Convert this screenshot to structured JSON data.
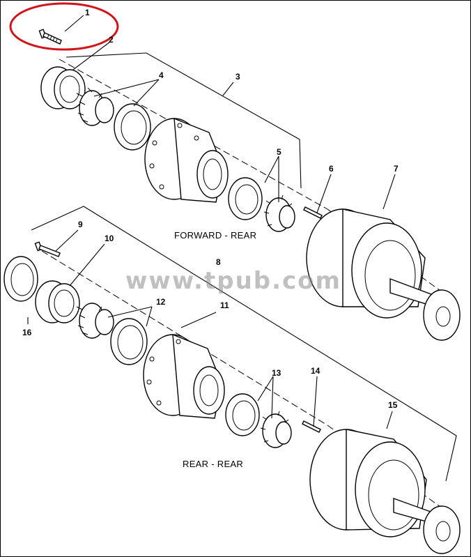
{
  "watermark": "www.tpub.com",
  "views": {
    "forward_rear": "FORWARD - REAR",
    "rear_rear": "REAR - REAR"
  },
  "callouts": {
    "c1": "1",
    "c2": "2",
    "c3": "3",
    "c4": "4",
    "c5": "5",
    "c6": "6",
    "c7": "7",
    "c8": "8",
    "c9": "9",
    "c10": "10",
    "c11": "11",
    "c12": "12",
    "c13": "13",
    "c14": "14",
    "c15": "15",
    "c16": "16"
  },
  "highlight_color": "#d0141a"
}
